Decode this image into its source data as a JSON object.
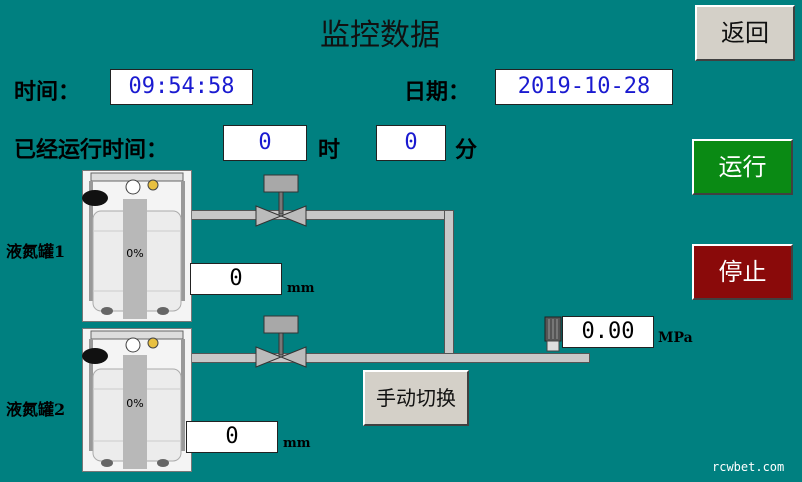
{
  "header": {
    "title": "监控数据"
  },
  "time": {
    "label": "时间：",
    "value": "09:54:58"
  },
  "date": {
    "label": "日期：",
    "value": "2019-10-28"
  },
  "runtime": {
    "label": "已经运行时间：",
    "hours": "0",
    "hours_unit": "时",
    "minutes": "0",
    "minutes_unit": "分"
  },
  "buttons": {
    "back": "返回",
    "run": "运行",
    "stop": "停止",
    "manual": "手动切换"
  },
  "tanks": [
    {
      "label": "液氮罐1",
      "level_percent": "0%",
      "level_value": "0",
      "level_unit": "mm"
    },
    {
      "label": "液氮罐2",
      "level_percent": "0%",
      "level_value": "0",
      "level_unit": "mm"
    }
  ],
  "pressure": {
    "value": "0.00",
    "unit": "MPa"
  },
  "watermark": "rcwbet.com",
  "colors": {
    "background": "#008080",
    "run": "#0a8a14",
    "stop": "#8a0a0a",
    "value_text": "#1a1ad0"
  }
}
